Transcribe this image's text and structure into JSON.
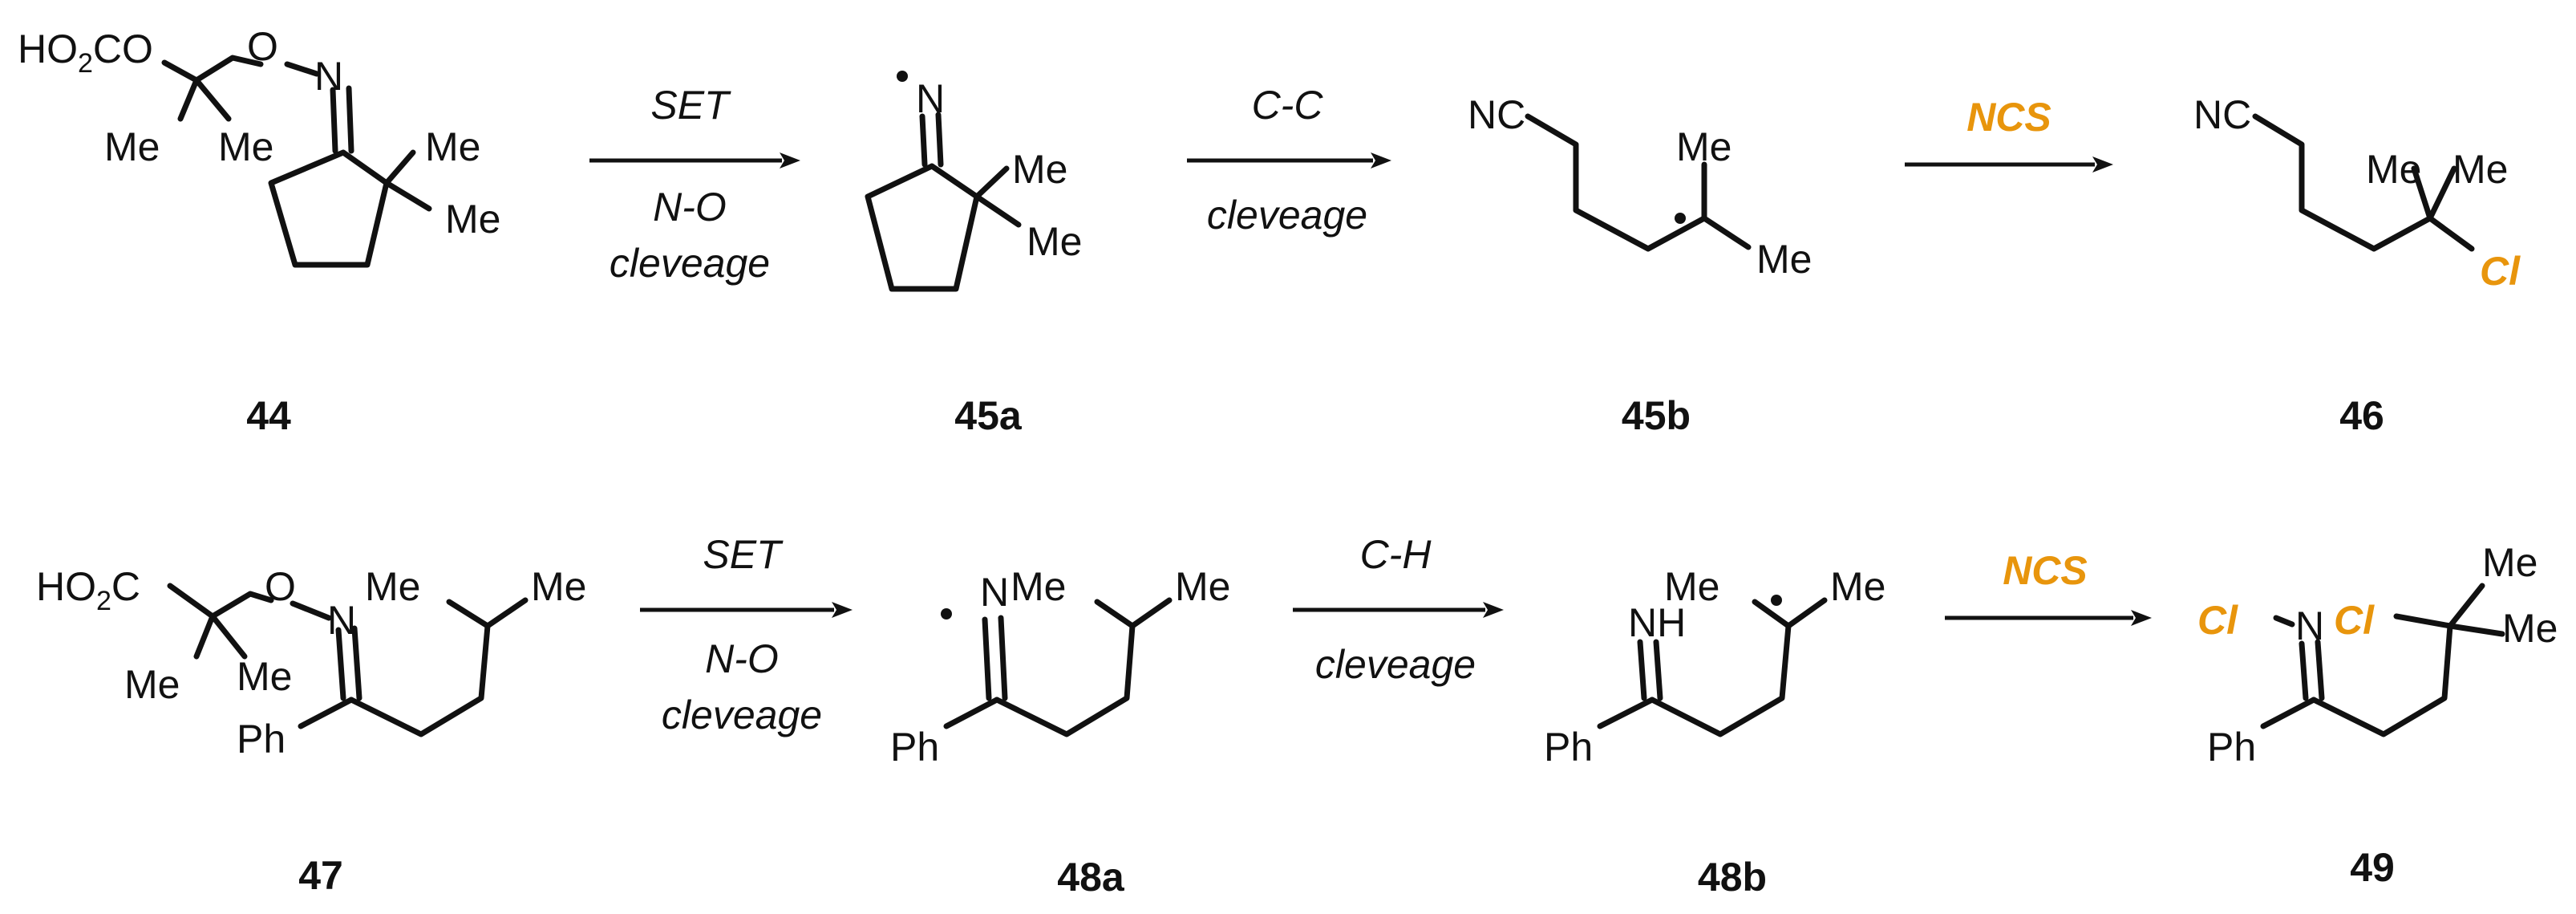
{
  "compounds": {
    "c44": "44",
    "c45a": "45a",
    "c45b": "45b",
    "c46": "46",
    "c47": "47",
    "c48a": "48a",
    "c48b": "48b",
    "c49": "49"
  },
  "arrows": {
    "r1a": {
      "top": "SET",
      "bottom1": "N-O",
      "bottom2": "cleveage"
    },
    "r1b": {
      "top": "C-C",
      "bottom1": "cleveage"
    },
    "r1c": {
      "top": "NCS"
    },
    "r2a": {
      "top": "SET",
      "bottom1": "N-O",
      "bottom2": "cleveage"
    },
    "r2b": {
      "top": "C-H",
      "bottom1": "cleveage"
    },
    "r2c": {
      "top": "NCS"
    }
  },
  "atoms": {
    "ho": "HO",
    "two": "2",
    "c": "C",
    "o": "O",
    "n": "N",
    "me": "Me",
    "nc": "NC",
    "cl": "Cl",
    "ph": "Ph",
    "nh": "NH"
  },
  "colors": {
    "reagent": "#E8950C",
    "ink": "#111111"
  }
}
